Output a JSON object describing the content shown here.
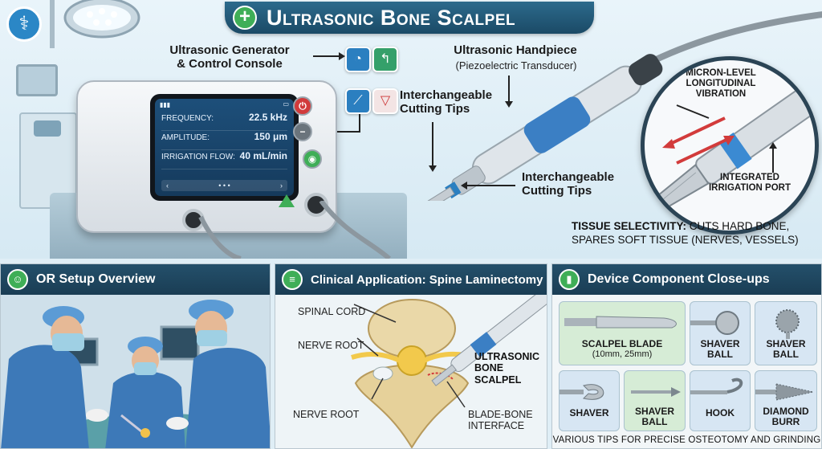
{
  "title": "Ultrasonic Bone Scalpel",
  "main": {
    "generator_label_line1": "Ultrasonic Generator",
    "generator_label_line2": "& Control Console",
    "handpiece_label": "Ultrasonic Handpiece",
    "handpiece_sub": "(Piezoelectric Transducer)",
    "tips_label_top_line1": "Interchangeable",
    "tips_label_top_line2": "Cutting Tips",
    "tips_label_bottom_line1": "Interchangeable",
    "tips_label_bottom_line2": "Cutting Tips"
  },
  "screen": {
    "rows": [
      {
        "label": "FREQUENCY:",
        "value": "22.5 kHz"
      },
      {
        "label": "AMPLITUDE:",
        "value": "150 μm"
      },
      {
        "label": "IRRIGATION FLOW:",
        "value": "40 mL/min"
      }
    ]
  },
  "magnifier": {
    "vibration_line1": "MICRON-LEVEL",
    "vibration_line2": "LONGITUDINAL",
    "vibration_line3": "VIBRATION",
    "irrigation_line1": "INTEGRATED",
    "irrigation_line2": "IRRIGATION PORT"
  },
  "selectivity": {
    "lead": "TISSUE SELECTIVITY:",
    "line1_rest": "CUTS HARD BONE,",
    "line2": "SPARES SOFT TISSUE (NERVES, VESSELS)"
  },
  "panels": {
    "or_setup": {
      "title": "OR Setup Overview"
    },
    "clinical": {
      "title": "Clinical Application: Spine Laminectomy",
      "spinal_cord": "SPINAL CORD",
      "nerve_root_top": "NERVE ROOT",
      "nerve_root_bottom": "NERVE ROOT",
      "scalpel_line1": "ULTRASONIC",
      "scalpel_line2": "BONE SCALPEL",
      "interface_line1": "BLADE-BONE",
      "interface_line2": "INTERFACE"
    },
    "components": {
      "title": "Device Component Close-ups",
      "tiles": [
        {
          "label": "SCALPEL BLADE",
          "sub": "(10mm, 25mm)"
        },
        {
          "label_line1": "SHAVER",
          "label_line2": "BALL"
        },
        {
          "label_line1": "SHAVER",
          "label_line2": "BALL"
        },
        {
          "label": "SHAVER"
        },
        {
          "label_line1": "SHAVER",
          "label_line2": "BALL"
        },
        {
          "label": "HOOK"
        },
        {
          "label_line1": "DIAMOND",
          "label_line2": "BURR"
        }
      ],
      "footer": "VARIOUS TIPS FOR PRECISE OSTEOTOMY AND GRINDING"
    }
  },
  "colors": {
    "banner": "#1b4a66",
    "accent_green": "#3fae57",
    "accent_blue": "#2b7fc0"
  }
}
